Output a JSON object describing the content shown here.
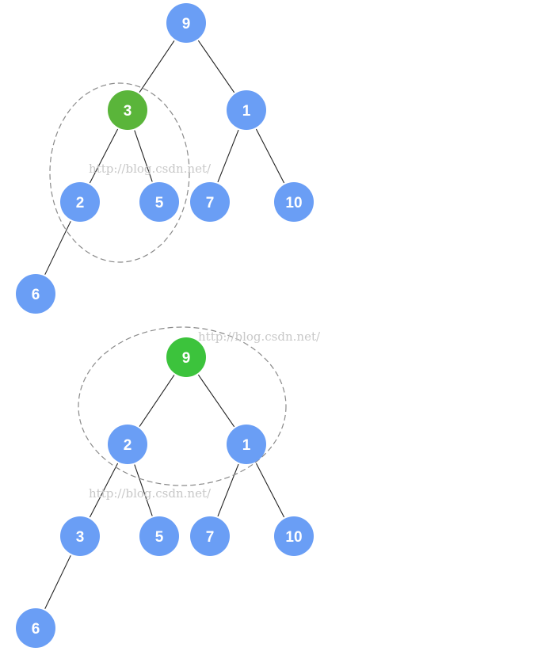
{
  "colors": {
    "node_default": "#6a9ef5",
    "node_highlight_top": "#5ab53a",
    "node_highlight_bottom": "#3cc33c",
    "edge": "#222222",
    "ring": "#8a8a8a",
    "watermark": "#c8c8c8"
  },
  "watermark_text": "http://blog.csdn.net/",
  "trees": [
    {
      "id": "before",
      "nodes": [
        {
          "id": "n9",
          "label": "9",
          "highlight": false
        },
        {
          "id": "n3",
          "label": "3",
          "highlight": true
        },
        {
          "id": "n1",
          "label": "1",
          "highlight": false
        },
        {
          "id": "n2",
          "label": "2",
          "highlight": false
        },
        {
          "id": "n5",
          "label": "5",
          "highlight": false
        },
        {
          "id": "n7",
          "label": "7",
          "highlight": false
        },
        {
          "id": "n10",
          "label": "10",
          "highlight": false
        },
        {
          "id": "n6",
          "label": "6",
          "highlight": false
        }
      ],
      "edges": [
        [
          "n9",
          "n3"
        ],
        [
          "n9",
          "n1"
        ],
        [
          "n3",
          "n2"
        ],
        [
          "n3",
          "n5"
        ],
        [
          "n1",
          "n7"
        ],
        [
          "n1",
          "n10"
        ],
        [
          "n2",
          "n6"
        ]
      ],
      "ring_around": [
        "n3",
        "n2",
        "n5"
      ]
    },
    {
      "id": "after",
      "nodes": [
        {
          "id": "m9",
          "label": "9",
          "highlight": true
        },
        {
          "id": "m2",
          "label": "2",
          "highlight": false
        },
        {
          "id": "m1",
          "label": "1",
          "highlight": false
        },
        {
          "id": "m3",
          "label": "3",
          "highlight": false
        },
        {
          "id": "m5",
          "label": "5",
          "highlight": false
        },
        {
          "id": "m7",
          "label": "7",
          "highlight": false
        },
        {
          "id": "m10",
          "label": "10",
          "highlight": false
        },
        {
          "id": "m6",
          "label": "6",
          "highlight": false
        }
      ],
      "edges": [
        [
          "m9",
          "m2"
        ],
        [
          "m9",
          "m1"
        ],
        [
          "m2",
          "m3"
        ],
        [
          "m2",
          "m5"
        ],
        [
          "m1",
          "m7"
        ],
        [
          "m1",
          "m10"
        ],
        [
          "m3",
          "m6"
        ]
      ],
      "ring_around": [
        "m9",
        "m2",
        "m1"
      ]
    }
  ]
}
